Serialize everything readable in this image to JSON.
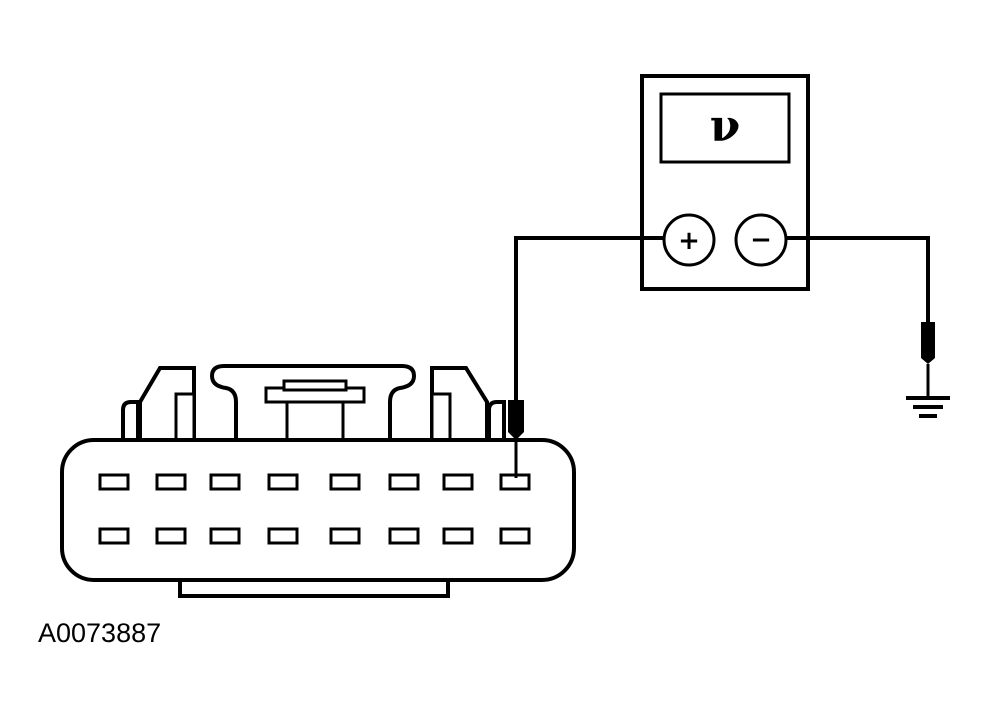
{
  "figure_id": "A0073887",
  "meter": {
    "display_symbol": "ν",
    "positive_label": "+",
    "negative_label": "−"
  },
  "connector": {
    "pin_rows": 2,
    "pins_per_row": 8
  },
  "colors": {
    "line": "#000000",
    "background": "#ffffff"
  }
}
